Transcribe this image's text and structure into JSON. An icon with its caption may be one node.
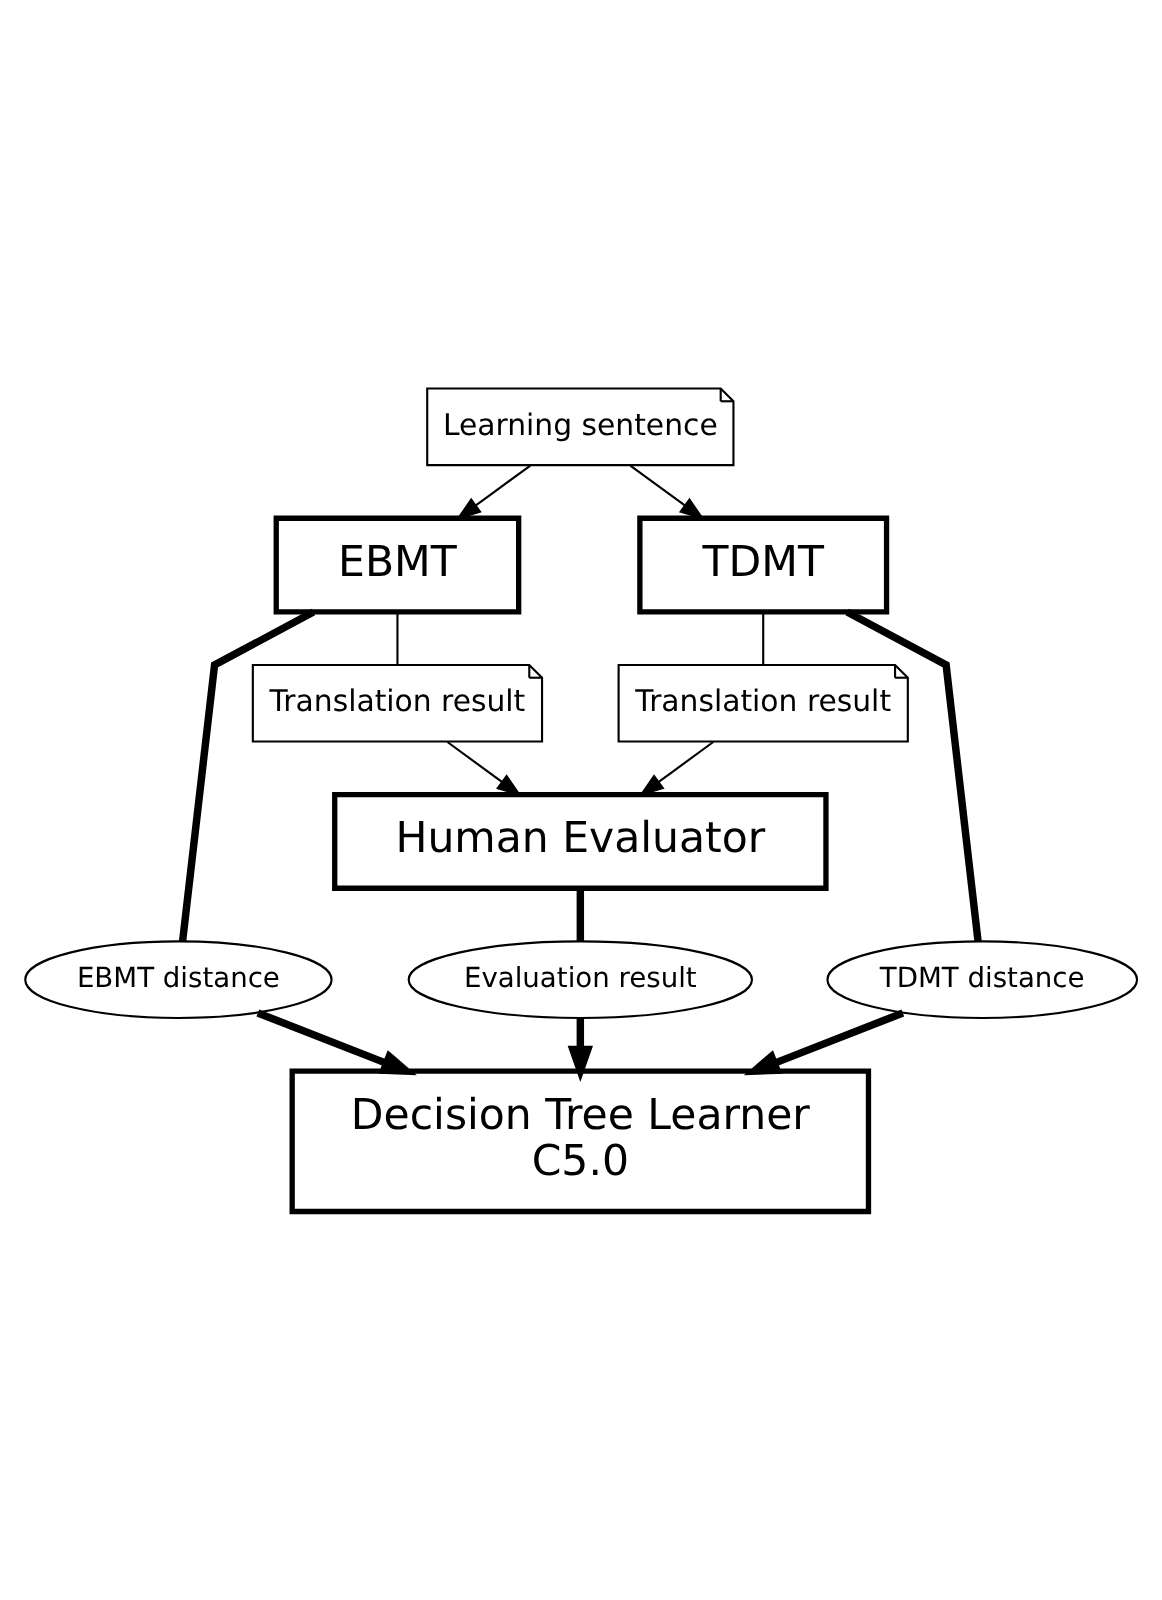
{
  "diagram": {
    "nodes": [
      {
        "text": [
          "Learning sentence"
        ]
      },
      {
        "text": [
          "EBMT"
        ]
      },
      {
        "text": [
          "TDMT"
        ]
      },
      {
        "text": [
          "Translation result"
        ]
      },
      {
        "text": [
          "Translation result"
        ]
      },
      {
        "text": [
          "Human Evaluator"
        ]
      },
      {
        "text": [
          "EBMT distance"
        ]
      },
      {
        "text": [
          "Evaluation result"
        ]
      },
      {
        "text": [
          "TDMT distance"
        ]
      },
      {
        "text": [
          "Decision Tree Learner",
          "C5.0"
        ]
      }
    ],
    "edges": [
      {
        "from": 0,
        "to": 1,
        "arrow": "to"
      },
      {
        "from": 0,
        "to": 2,
        "arrow": "to"
      },
      {
        "from": 1,
        "to": 3,
        "arrow": "none"
      },
      {
        "from": 3,
        "to": 5,
        "arrow": "to"
      },
      {
        "from": 2,
        "to": 4,
        "arrow": "none"
      },
      {
        "from": 4,
        "to": 5,
        "arrow": "to"
      },
      {
        "from": 1,
        "to": 6,
        "arrow": "none",
        "style": "thick"
      },
      {
        "from": 6,
        "to": 9,
        "arrow": "to",
        "style": "thick"
      },
      {
        "from": 5,
        "to": 7,
        "arrow": "none",
        "style": "thick"
      },
      {
        "from": 7,
        "to": 9,
        "arrow": "to",
        "style": "thick"
      },
      {
        "from": 2,
        "to": 8,
        "arrow": "none",
        "style": "thick"
      },
      {
        "from": 8,
        "to": 9,
        "arrow": "to",
        "style": "thick"
      }
    ]
  }
}
